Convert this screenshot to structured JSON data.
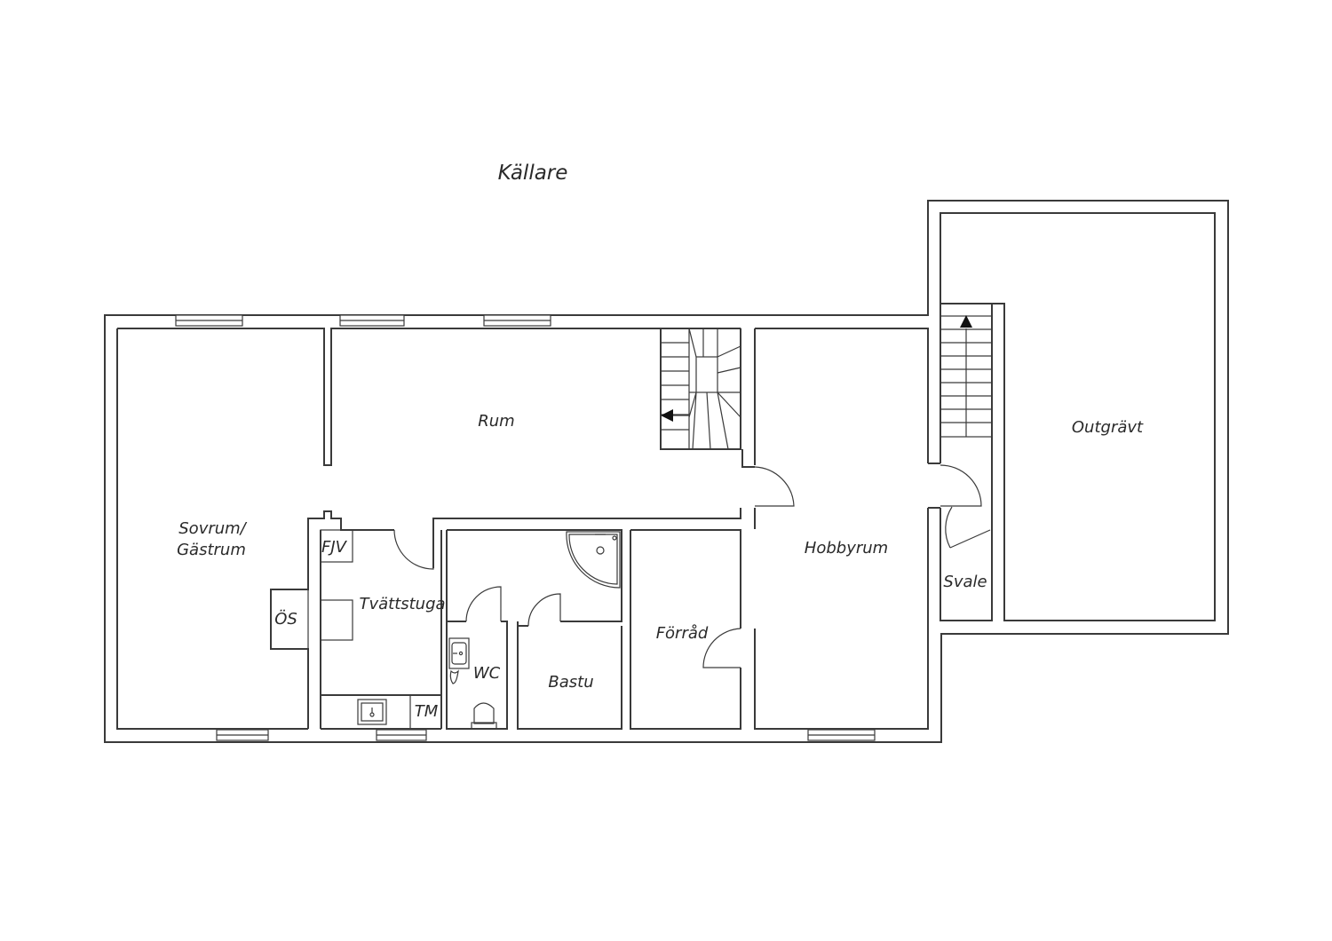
{
  "plan": {
    "title": "Källare",
    "rooms": {
      "sovrum_line1": "Sovrum/",
      "sovrum_line2": "Gästrum",
      "rum": "Rum",
      "tvattstuga": "Tvättstuga",
      "wc": "WC",
      "bastu": "Bastu",
      "forrad": "Förråd",
      "hobbyrum": "Hobbyrum",
      "svale": "Svale",
      "outgravt": "Outgrävt"
    },
    "fixtures": {
      "fjv": "FJV",
      "os": "ÖS",
      "tm": "TM"
    }
  }
}
